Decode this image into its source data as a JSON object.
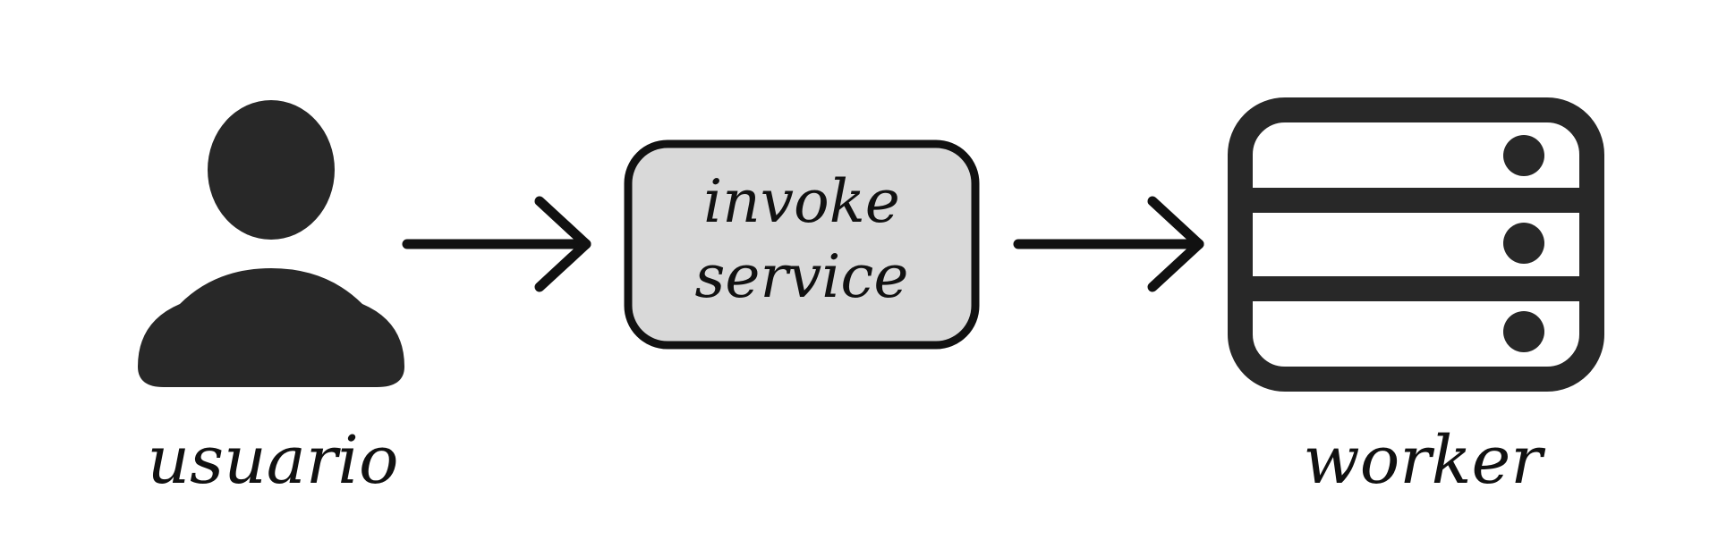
{
  "diagram": {
    "nodes": {
      "user": {
        "label": "usuario",
        "icon": "person-icon",
        "color": "#282828"
      },
      "service": {
        "label_line1": "invoke",
        "label_line2": "service",
        "fill": "#d9d9d9",
        "stroke": "#111111"
      },
      "worker": {
        "label": "worker",
        "icon": "server-rack-icon",
        "color": "#282828"
      }
    },
    "edges": [
      {
        "from": "usuario",
        "to": "invoke service"
      },
      {
        "from": "invoke service",
        "to": "worker"
      }
    ]
  }
}
